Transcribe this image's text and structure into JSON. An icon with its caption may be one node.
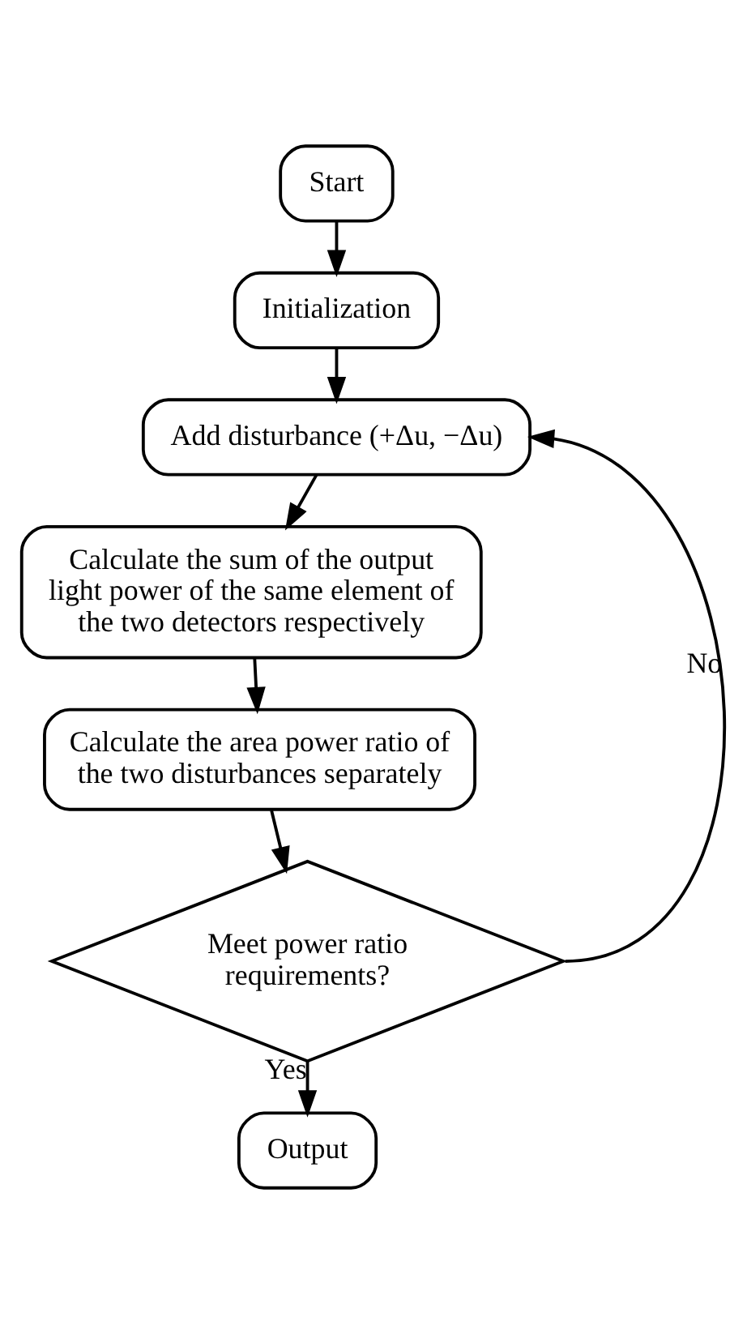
{
  "diagram": {
    "nodes": [
      {
        "text": [
          "Start"
        ]
      },
      {
        "text": [
          "Initialization"
        ]
      },
      {
        "text": [
          "Add disturbance (+Δu, −Δu)"
        ]
      },
      {
        "text": [
          "Calculate the sum of the output light power of the same element of the two detectors respectively"
        ]
      },
      {
        "text": [
          "Calculate the area power ratio of the two disturbances separately"
        ]
      },
      {
        "text": [
          "Meet power ratio requirements?"
        ]
      },
      {
        "text": [
          "Output"
        ]
      }
    ],
    "edges": [
      {
        "from": 0,
        "to": 1,
        "arrow": "to"
      },
      {
        "from": 1,
        "to": 2,
        "arrow": "to"
      },
      {
        "from": 2,
        "to": 3,
        "arrow": "to"
      },
      {
        "from": 3,
        "to": 4,
        "arrow": "to"
      },
      {
        "from": 4,
        "to": 5,
        "arrow": "to"
      },
      {
        "from": 5,
        "to": 2,
        "arrow": "to",
        "label": "No"
      },
      {
        "from": 5,
        "to": 6,
        "arrow": "to",
        "label": "Yes"
      }
    ]
  }
}
